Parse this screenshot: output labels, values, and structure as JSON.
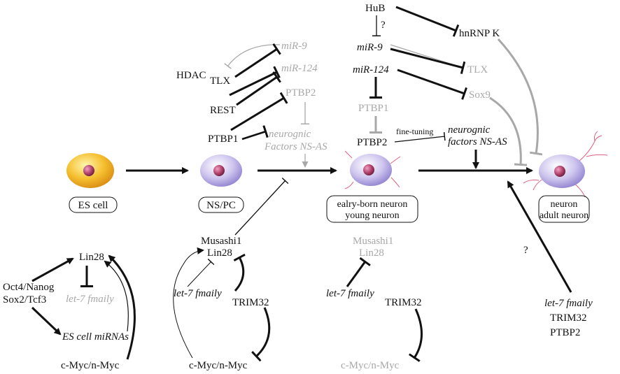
{
  "colors": {
    "black": "#111111",
    "gray": "#a8a8a8",
    "es_cell": "#f0b020",
    "progenitor": "#b7abdf",
    "nucleus": "#b0416b"
  },
  "cells": {
    "es": "ES cell",
    "nspc": "NS/PC",
    "early_1": "ealry-born neuron",
    "early_2": "young neuron",
    "adult_1": "neuron",
    "adult_2": "adult neuron"
  },
  "stage1": {
    "mir9": "miR-9",
    "mir124": "miR-124",
    "hdac": "HDAC",
    "tlx": "TLX",
    "rest": "REST",
    "ptbp2": "PTBP2",
    "ptbp1": "PTBP1",
    "neurognic_1": "neurognic",
    "neurognic_2": "Factors NS-AS"
  },
  "stage2": {
    "hub": "HuB",
    "question": "?",
    "hnrnpk": "hnRNP K",
    "mir9": "miR-9",
    "tlx": "TLX",
    "mir124": "miR-124",
    "sox9": "Sox9",
    "ptbp1": "PTBP1",
    "ptbp2": "PTBP2",
    "fine_tuning": "fine-tuning",
    "neurognic_1": "neurognic",
    "neurognic_2": "factors NS-AS"
  },
  "lower_left": {
    "lin28": "Lin28",
    "oct4": "Oct4/Nanog",
    "sox2": "Sox2/Tcf3",
    "let7": "let-7 fmaily",
    "es_mirnas": "ES cell miRNAs",
    "myc": "c-Myc/n-Myc"
  },
  "lower_mid": {
    "musashi": "Musashi1",
    "lin28": "Lin28",
    "let7": "let-7 fmaily",
    "trim32": "TRIM32",
    "myc": "c-Myc/n-Myc"
  },
  "lower_mid2": {
    "musashi": "Musashi1",
    "lin28": "Lin28",
    "let7": "let-7 fmaily",
    "trim32": "TRIM32",
    "myc": "c-Myc/n-Myc"
  },
  "lower_right": {
    "question": "?",
    "let7": "let-7 fmaily",
    "trim32": "TRIM32",
    "ptbp2": "PTBP2"
  }
}
